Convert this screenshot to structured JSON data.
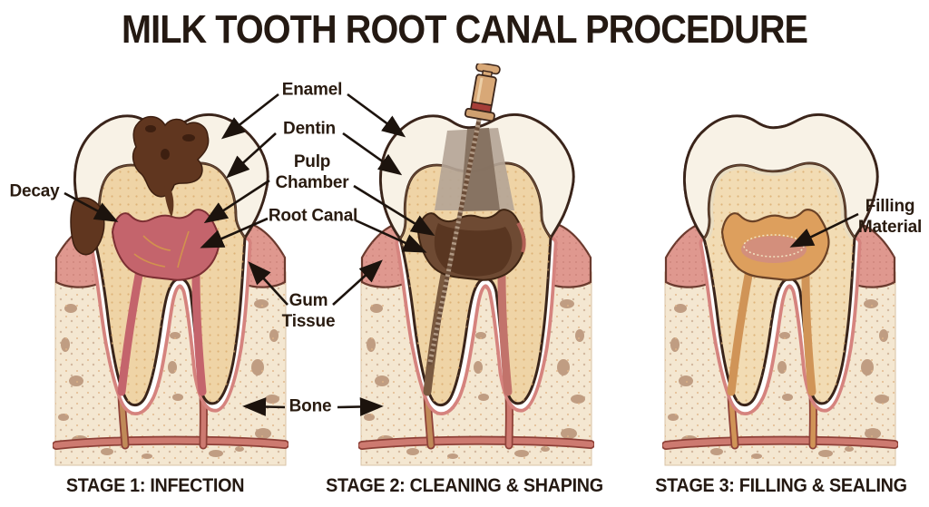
{
  "title": "MILK TOOTH ROOT CANAL PROCEDURE",
  "labels": {
    "enamel": "Enamel",
    "dentin": "Dentin",
    "pulp_chamber": "Pulp\nChamber",
    "root_canal": "Root Canal",
    "decay": "Decay",
    "gum_tissue": "Gum\nTissue",
    "bone": "Bone",
    "filling_material": "Filling\nMaterial"
  },
  "stages": [
    {
      "caption": "STAGE 1: INFECTION",
      "variant": "infection"
    },
    {
      "caption": "STAGE 2: CLEANING & SHAPING",
      "variant": "cleaning"
    },
    {
      "caption": "STAGE 3: FILLING & SEALING",
      "variant": "filling"
    }
  ],
  "palette": {
    "outline": "#3a241a",
    "title_color": "#241912",
    "label_color": "#291b10",
    "arrow": "#1c130d",
    "enamel": "#f8f2e6",
    "enamel_band": "#e9dcc0",
    "dentin": "#efd4a6",
    "dentin_light": "#f2dcb4",
    "dentin_dot": "#d8a869",
    "decay": "#60361f",
    "decay_dark": "#3d1f10",
    "pulp_infected": "#c4646c",
    "pulp_outline": "#7c2f33",
    "vein": "#d2924e",
    "gum": "#df988f",
    "gum_dark": "#c8736c",
    "gum_outline": "#6b3a2e",
    "gum_dot": "#b86a62",
    "bone": "#f4e7d1",
    "bone_blob": "#c09d82",
    "bone_dot": "#dfb387",
    "bone_edge": "#d9c3a6",
    "ligament": "#d5837e",
    "periodontal_gap": "#ffffff",
    "vessel": "#cd7a70",
    "vessel_dark": "#8e4138",
    "branch_tan": "#c08a58",
    "necrotic": "#6e4a33",
    "necrotic_dark": "#57341f",
    "cavity_shadow": "#b4a496",
    "cavity_dark": "#84705f",
    "inflamed_edge": "#b26055",
    "file_handle": "#d8a877",
    "file_band": "#a63e38",
    "file_collar": "#cfa070",
    "file_shaft": "#6b4d38",
    "filling": "#dd9f5d",
    "filling_blush": "#d18d80",
    "canal_filled": "#d09457"
  }
}
